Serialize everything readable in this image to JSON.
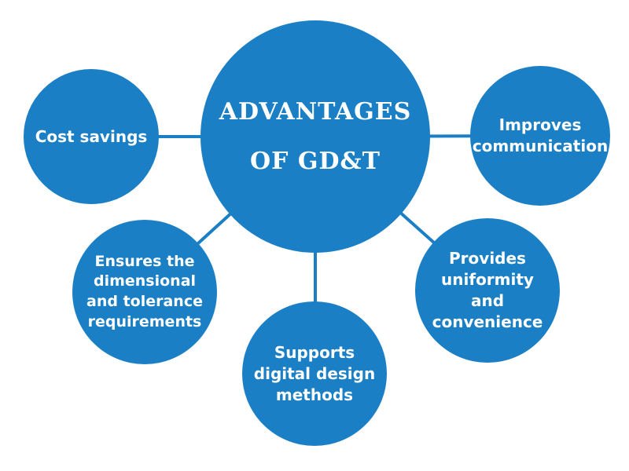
{
  "colors": {
    "accent": "#1a7fc4",
    "text_on_accent": "#ffffff",
    "background": "#ffffff"
  },
  "center": {
    "title_line1": "ADVANTAGES",
    "title_line2": "OF GD&T"
  },
  "nodes": [
    {
      "id": "cost-savings",
      "label": "Cost savings"
    },
    {
      "id": "improves-communication",
      "label": "Improves communication"
    },
    {
      "id": "ensures-requirements",
      "label": "Ensures the dimensional and tolerance requirements"
    },
    {
      "id": "supports-digital-design",
      "label": "Supports digital design methods"
    },
    {
      "id": "provides-uniformity",
      "label": "Provides uniformity and convenience"
    }
  ]
}
